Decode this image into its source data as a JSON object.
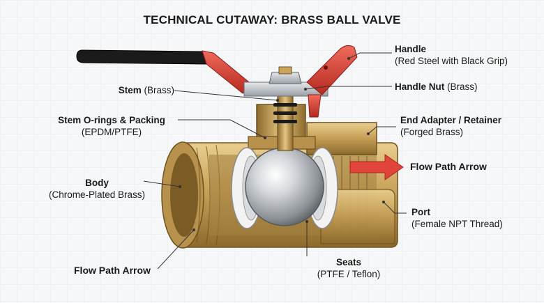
{
  "title": "TECHNICAL CUTAWAY: BRASS BALL VALVE",
  "labels": {
    "handle": {
      "name": "Handle",
      "detail": "(Red Steel with Black Grip)"
    },
    "handle_nut": {
      "name": "Handle Nut",
      "detail": "(Brass)"
    },
    "stem": {
      "name": "Stem",
      "detail": "(Brass)"
    },
    "stem_orings": {
      "name": "Stem O-rings & Packing",
      "detail": "(EPDM/PTFE)"
    },
    "end_adapter": {
      "name": "End Adapter / Retainer",
      "detail": "(Forged Brass)"
    },
    "flow_right": {
      "name": "Flow Path Arrow"
    },
    "body": {
      "name": "Body",
      "detail": "(Chrome-Plated Brass)"
    },
    "port": {
      "name": "Port",
      "detail": "(Female NPT Thread)"
    },
    "seats": {
      "name": "Seats",
      "detail": "(PTFE / Teflon)"
    },
    "flow_left": {
      "name": "Flow Path Arrow"
    }
  },
  "colors": {
    "brass": "#c9a25a",
    "brass_dark": "#8d6a2c",
    "handle_red": "#d33a2c",
    "grip_black": "#1b1b1b",
    "arrow_red": "#e0443a",
    "ptfe_white": "#f3f3f3"
  }
}
